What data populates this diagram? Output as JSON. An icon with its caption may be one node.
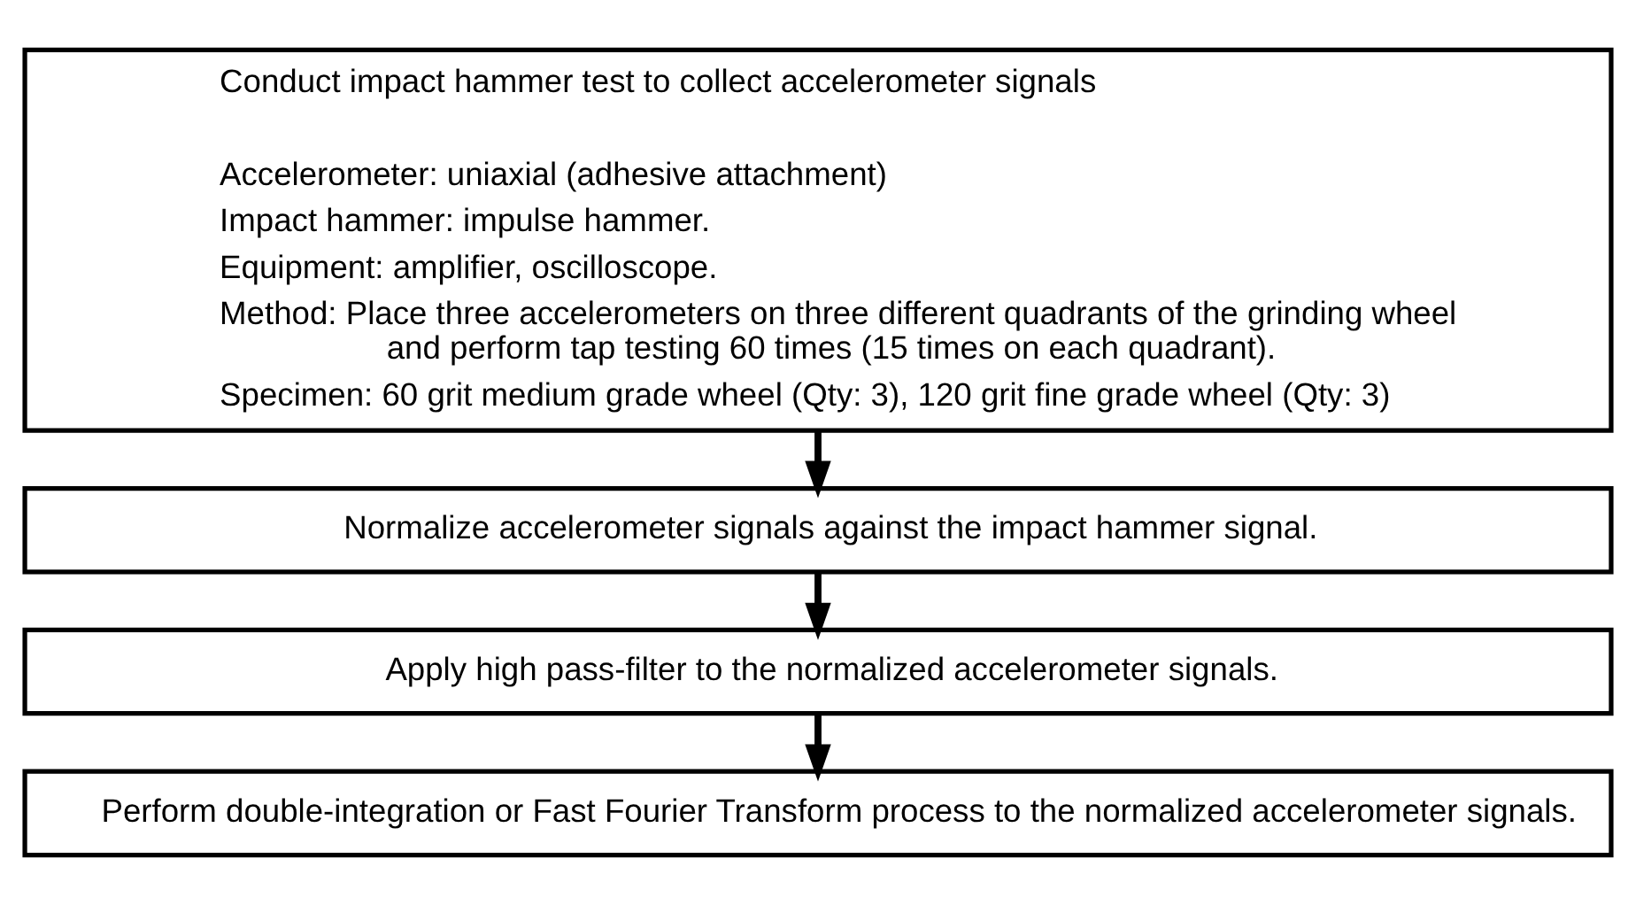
{
  "diagram": {
    "nodes": [
      {
        "text": [
          "Conduct impact hammer test to collect accelerometer signals",
          "Accelerometer: uniaxial (adhesive attachment)",
          "Impact hammer: impulse hammer.",
          "Equipment: amplifier, oscilloscope.",
          "Method: Place three accelerometers on three different quadrants of the grinding wheel and perform tap testing 60 times (15 times on each quadrant).",
          "Specimen: 60 grit medium grade wheel (Qty: 3), 120 grit fine grade wheel (Qty: 3)"
        ]
      },
      {
        "text": [
          "Normalize accelerometer signals against the impact hammer signal."
        ]
      },
      {
        "text": [
          "Apply high pass-filter to the normalized accelerometer signals."
        ]
      },
      {
        "text": [
          "Perform double-integration or Fast Fourier Transform process to the normalized accelerometer signals."
        ]
      }
    ],
    "edges": [
      {
        "from": 0,
        "to": 1,
        "arrow": "to"
      },
      {
        "from": 1,
        "to": 2,
        "arrow": "to"
      },
      {
        "from": 2,
        "to": 3,
        "arrow": "to"
      }
    ]
  }
}
